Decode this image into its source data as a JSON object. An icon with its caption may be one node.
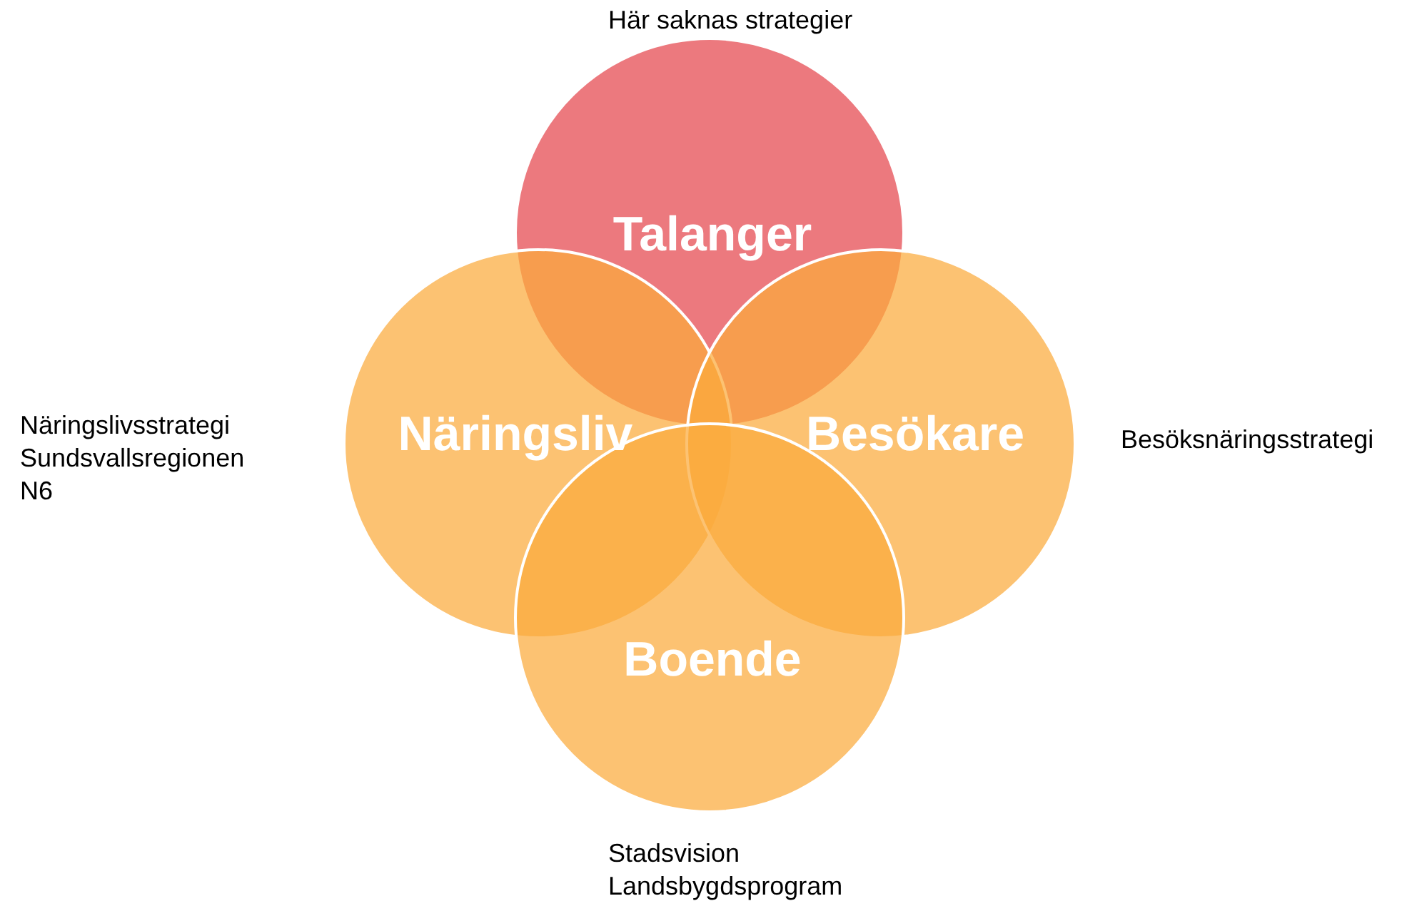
{
  "diagram": {
    "nodes": [
      {
        "text": [
          "Talanger"
        ],
        "beside": [
          "Här saknas strategier"
        ]
      },
      {
        "text": [
          "Näringsliv"
        ],
        "beside": [
          "Näringslivsstrategi Sundsvallsregionen",
          "N6"
        ]
      },
      {
        "text": [
          "Besökare"
        ],
        "beside": [
          "Besöksnäringsstrategi"
        ]
      },
      {
        "text": [
          "Boende"
        ],
        "beside": [
          "Stadsvision",
          "Landsbygdsprogram"
        ]
      }
    ],
    "edges": []
  }
}
